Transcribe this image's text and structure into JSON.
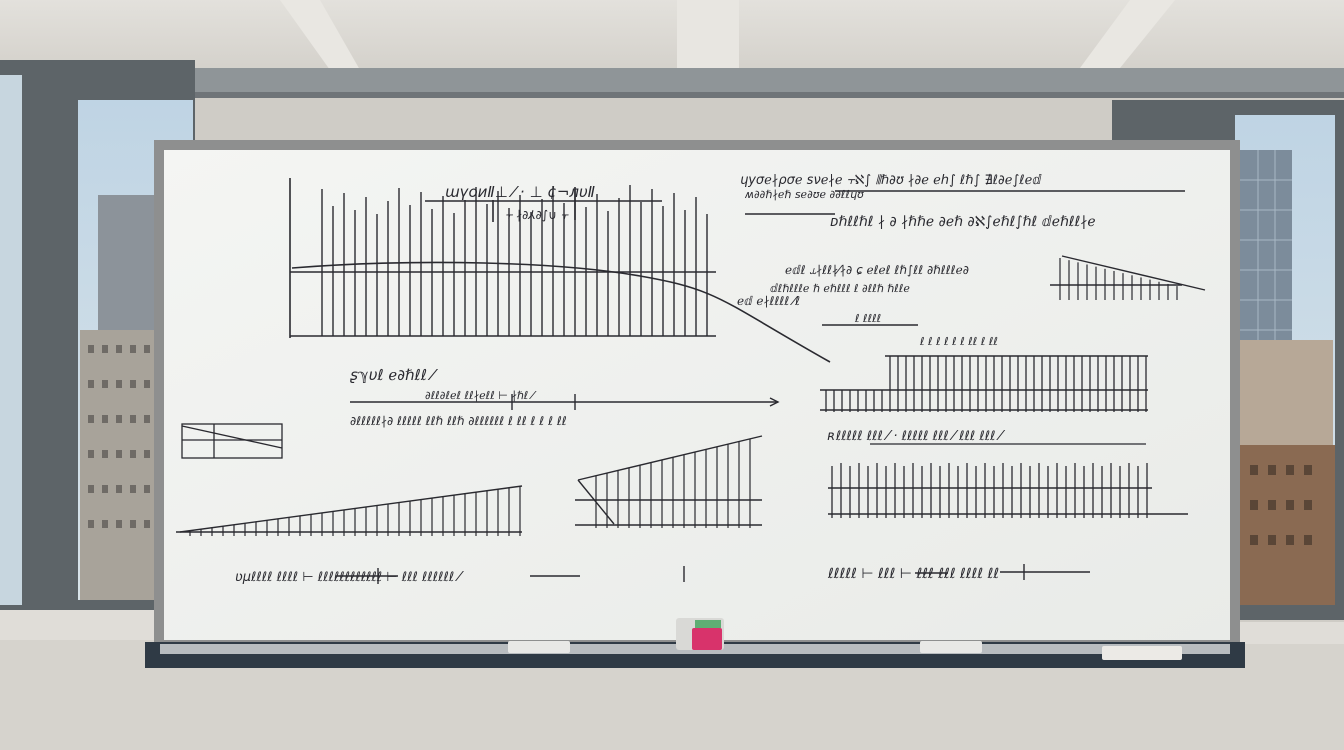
{
  "scene": {
    "subject": "whiteboard",
    "colors": {
      "ceiling": "#dcdad5",
      "wall": "#cfccc6",
      "board": "#f3f4f2",
      "frame": "#8e8f8f",
      "ink": "#2a2a30",
      "sky": "#c9dbe8",
      "window_frame": "#5d6468",
      "tray": "#2f3a45",
      "magnet": "#d8336b"
    },
    "board_text": {
      "top_left_title": "ɯүоиⅡ⊥ ⁄ · ⊥ ¢¬лυⅡ",
      "top_left_sub": "⫟ ∤∂⅄∂∫∪ ⫟",
      "top_right_line1": "ɥуσℯ∤ρσℯ ꜱνℯ∤ℯ   ⫟ℵ∫ ⦀ℏ∂ʊ ∤∂ℯ ℯℎ∫ ℓℏ∫ ∄ℓ∂ℯ∫ℓℯⅆ",
      "top_right_line2": "ʍ∂∂ℏ∤ℯℏ ꜱℯ∂ʊℯ ∂∂ℓℓɥʊ",
      "top_right_line3": "ᴅℏℓℓℏℓ ∤ ∂ ∤ℏℏℯ ∂ℯℏ ∂ℵ∫ℯℏℓ∫ℏℓ ⅆℯℏℓℓ∤ℯ",
      "mid_right_note1": "ℯⅆℓ ⥿∤ℓℓ∤⁄∤∂   ɕ ℯℓℯℓ ℓℏ∫ℓℓ ∂ℏℓℓℓℯ∂",
      "mid_right_note2": "ⅆℓℏℓℓℓℯ ℏ ℯℏℓℓℓ   ℓ ∂ℓℓℏ ℏℓℓℯ",
      "mid_left_note": "ℯⅆ ℯ∤ℓℓℓℓ ⁄ℓ",
      "mid_label": "ʂℽυℓ ℯ∂ℏℓℓ ⁄",
      "mid_axis_text": "∂ℓℓ∂ℓℯℓ ℓℓ∤ℯℓℓ ⊢   ∤ℏℓ ⁄",
      "mid_caption": "∂ℓℓℓℓℓ∤∂ ℓℓℓℓℓ ℓℓℏ ℓℓℏ ∂ℓℓℓℓℓℓ ℓ ℓℓ  ℓ ℓ ℓ ℓℓ",
      "bottom_left_caption": "ʋμℓℓℓℓ ℓℓℓℓ ⊢ ℓℓℓℓℓℓℓℓℓℓℓℓ ⊢ ℓℓℓ ℓℓℓℓℓℓ ⁄",
      "right_bar_label": "ʀℓℓℓℓℓ ℓℓℓ ⁄ · ℓℓℓℓℓ ℓℓℓ ⁄ ℓℓℓ ℓℓℓ ⁄",
      "right_small_note": "ℓ ℓℓℓℓ",
      "right_dots": "ℓ ℓ ℓ ℓ ℓ ℓ   ℓℓ ℓ ℓℓ",
      "bottom_right_caption": "ℓℓℓℓℓ ⊢ ℓℓℓ ⊢ ℓℓℓ ℓℓℓ ℓℓℓℓ ℓℓ"
    }
  }
}
